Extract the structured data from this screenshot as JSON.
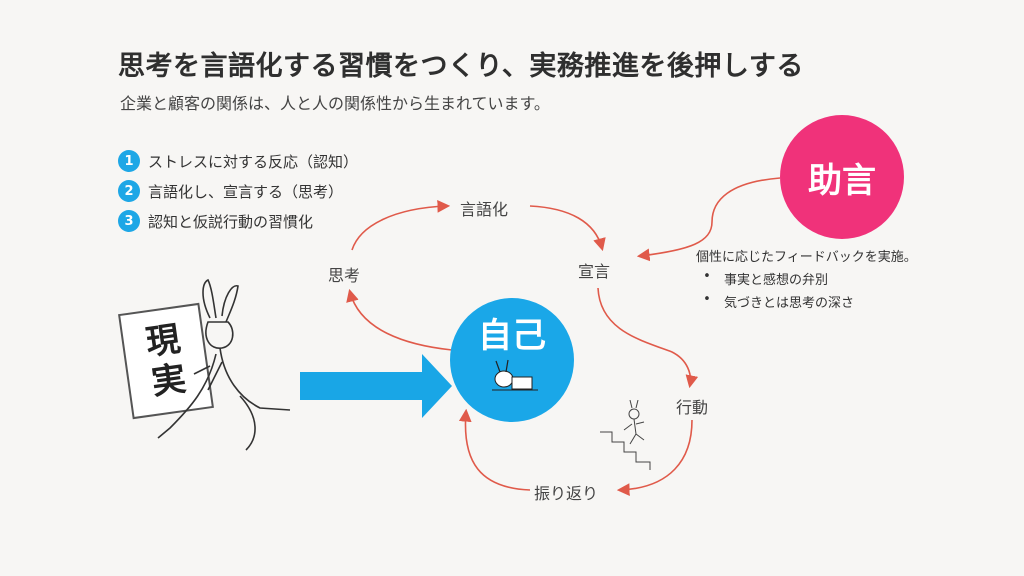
{
  "title": "思考を言語化する習慣をつくり、実務推進を後押しする",
  "subtitle": "企業と顧客の関係は、人と人の関係性から生まれています。",
  "steps": [
    {
      "num": "1",
      "text": "ストレスに対する反応（認知）"
    },
    {
      "num": "2",
      "text": "言語化し、宣言する（思考）"
    },
    {
      "num": "3",
      "text": "認知と仮説行動の習慣化"
    }
  ],
  "cycle": {
    "thinking": "思考",
    "verbalize": "言語化",
    "declare": "宣言",
    "action": "行動",
    "reflect": "振り返り"
  },
  "self_label": "自己",
  "advice_label": "助言",
  "advice_text": {
    "heading": "個性に応じたフィードバックを実施。",
    "bullets": [
      "事実と感想の弁別",
      "気づきとは思考の深さ"
    ]
  },
  "reality_text": [
    "現",
    "実"
  ],
  "colors": {
    "self_circle": "#1aa7e8",
    "advice_circle": "#f0327a",
    "arrow_red": "#e05a4a",
    "arrow_blue": "#19a6e6",
    "step_badge": "#1ea7e6"
  }
}
